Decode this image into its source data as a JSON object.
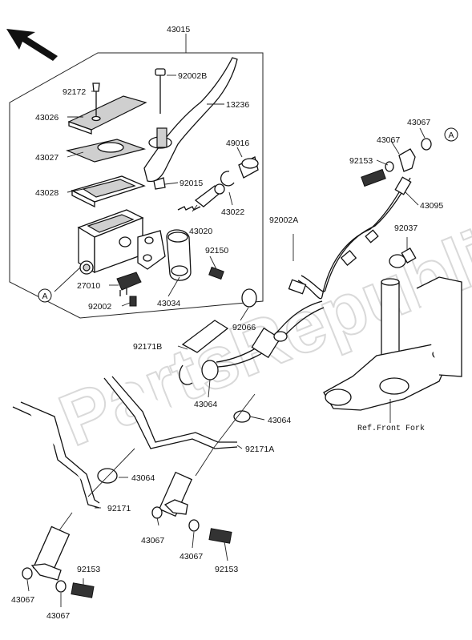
{
  "diagram": {
    "watermark": "PartsRepublik",
    "callouts": {
      "c_a_left": "A",
      "c_a_right": "A"
    },
    "labels": {
      "p43015": "43015",
      "p92002b": "92002B",
      "p92172": "92172",
      "p13236": "13236",
      "p43026": "43026",
      "p49016": "49016",
      "p43027": "43027",
      "p92015": "92015",
      "p43028": "43028",
      "p43022": "43022",
      "p43020": "43020",
      "p92002a": "92002A",
      "p92150": "92150",
      "p27010": "27010",
      "p43034": "43034",
      "p92002": "92002",
      "p92066": "92066",
      "p43067_tr": "43067",
      "p43067_tr2": "43067",
      "p92153_tr": "92153",
      "p43095": "43095",
      "p92037": "92037",
      "p92171b": "92171B",
      "p43064_a": "43064",
      "p43064_b": "43064",
      "p92171a": "92171A",
      "p43064_c": "43064",
      "p92171": "92171",
      "p43067_m1": "43067",
      "p43067_m2": "43067",
      "p92153_m": "92153",
      "p92153_b": "92153",
      "p43067_b1": "43067",
      "p43067_b2": "43067",
      "ref_fork": "Ref.Front Fork"
    }
  }
}
